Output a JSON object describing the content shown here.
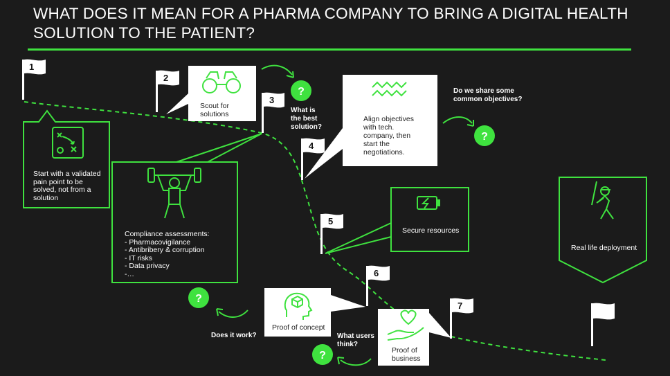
{
  "title": "WHAT DOES IT MEAN FOR A PHARMA COMPANY TO BRING A DIGITAL HEALTH SOLUTION TO THE PATIENT?",
  "colors": {
    "accent": "#3fe23f",
    "background": "#1b1b1b",
    "box_white": "#ffffff"
  },
  "steps": [
    {
      "number": "1",
      "text": "Start with a validated pain point to be solved, not from a solution",
      "icon": "strategy-board-icon"
    },
    {
      "number": "2",
      "text": "Scout for solutions",
      "icon": "binoculars-icon"
    },
    {
      "number": "3",
      "text": "Compliance assessments:",
      "icon": "weightlifter-icon",
      "list": [
        "- Pharmacovigilance",
        "- Antibribery & corruption",
        "- IT risks",
        "- Data privacy",
        "-…"
      ]
    },
    {
      "number": "4",
      "text": "Align objectives with tech. company, then start the negotiations.",
      "icon": "waves-icon"
    },
    {
      "number": "5",
      "text": "Secure resources",
      "icon": "battery-charging-icon"
    },
    {
      "number": "6",
      "text": "Proof of concept",
      "icon": "head-cube-icon"
    },
    {
      "number": "7",
      "text": "Proof of business",
      "icon": "heart-hand-icon"
    },
    {
      "number": "",
      "text": "Real life deployment",
      "icon": "baseball-player-icon"
    }
  ],
  "questions": {
    "best_solution": "What is the best solution?",
    "common_objectives": "Do we share some common objectives?",
    "does_it_work": "Does it work?",
    "users_think": "What users think?",
    "mark": "?"
  }
}
